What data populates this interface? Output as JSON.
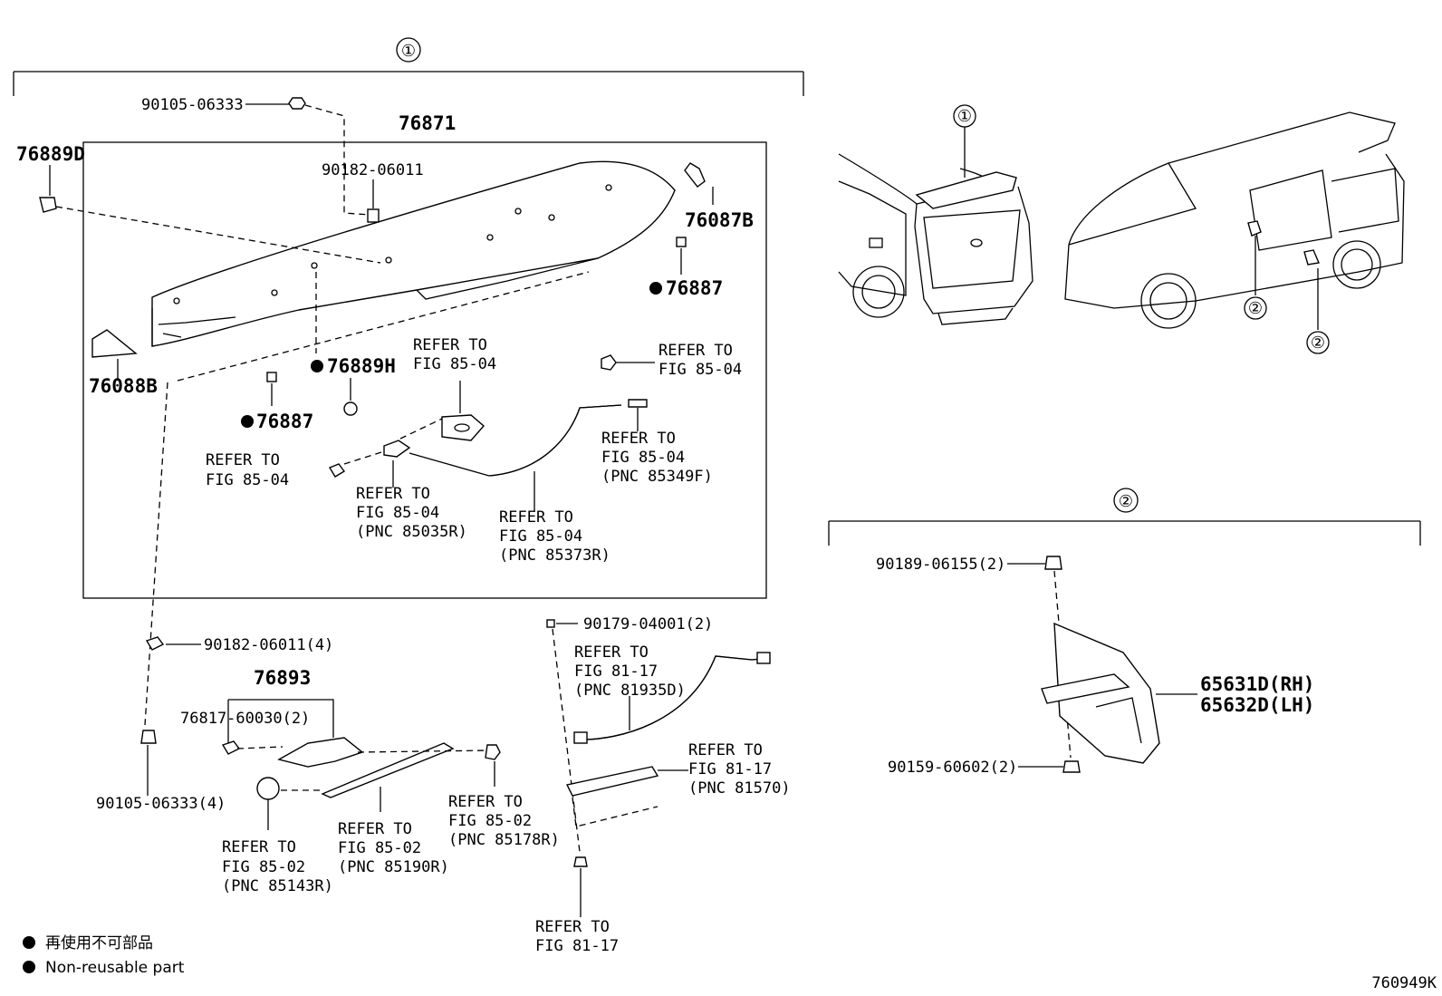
{
  "group_markers": {
    "g1": "①",
    "g2": "②"
  },
  "labels": {
    "p90105_top": "90105-06333",
    "p76871": "76871",
    "p76889D": "76889D",
    "p90182_06011": "90182-06011",
    "p76087B": "76087B",
    "p76887_right": "76887",
    "p76088B": "76088B",
    "p76889H": "76889H",
    "p76887_left": "76887",
    "refer_top_mid": [
      "REFER TO",
      "FIG 85-04"
    ],
    "refer_top_right": [
      "REFER TO",
      "FIG 85-04"
    ],
    "refer_left": [
      "REFER TO",
      "FIG 85-04"
    ],
    "refer_85035R": [
      "REFER TO",
      "FIG 85-04",
      "(PNC 85035R)"
    ],
    "refer_85349F": [
      "REFER TO",
      "FIG 85-04",
      "(PNC 85349F)"
    ],
    "refer_85373R": [
      "REFER TO",
      "FIG 85-04",
      "(PNC 85373R)"
    ],
    "p90182_06011_4": "90182-06011(4)",
    "p76893": "76893",
    "p76817": "76817-60030(2)",
    "p90105_4": "90105-06333(4)",
    "refer_85143R": [
      "REFER TO",
      "FIG 85-02",
      "(PNC 85143R)"
    ],
    "refer_85190R": [
      "REFER TO",
      "FIG 85-02",
      "(PNC 85190R)"
    ],
    "refer_85178R": [
      "REFER TO",
      "FIG 85-02",
      "(PNC 85178R)"
    ],
    "p90179": "90179-04001(2)",
    "refer_81935D": [
      "REFER TO",
      "FIG 81-17",
      "(PNC 81935D)"
    ],
    "refer_81570": [
      "REFER TO",
      "FIG 81-17",
      "(PNC 81570)"
    ],
    "refer_81_17": [
      "REFER TO",
      "FIG 81-17"
    ],
    "p90189": "90189-06155(2)",
    "p65631D": "65631D(RH)",
    "p65632D": "65632D(LH)",
    "p90159": "90159-60602(2)"
  },
  "legend": {
    "jp": "再使用不可部品",
    "en": "Non-reusable part"
  },
  "figure_id": "760949K"
}
